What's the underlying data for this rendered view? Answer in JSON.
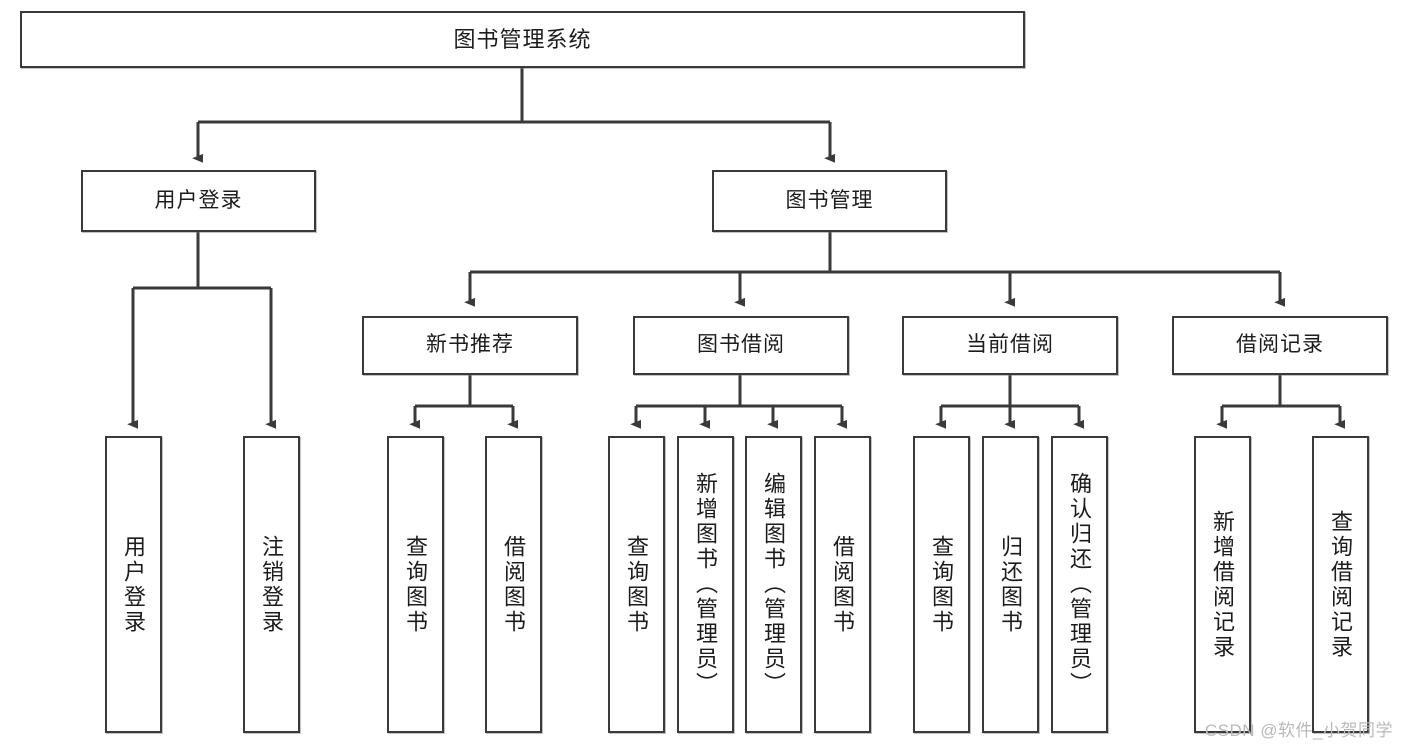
{
  "diagram": {
    "kind": "hierarchy-tree",
    "title": "图书管理系统",
    "watermark": "CSDN @软件_小贺同学",
    "colors": {
      "box_border": "#3a3a3a",
      "box_fill": "#ffffff",
      "connector": "#3a3a3a",
      "text": "#1c1c1c",
      "watermark": "#b9b9b9"
    },
    "root": {
      "label": "图书管理系统"
    },
    "level2": [
      {
        "label": "用户登录"
      },
      {
        "label": "图书管理"
      }
    ],
    "level3": [
      {
        "label": "新书推荐"
      },
      {
        "label": "图书借阅"
      },
      {
        "label": "当前借阅"
      },
      {
        "label": "借阅记录"
      }
    ],
    "leaves": {
      "user_login": [
        {
          "label": "用户登录"
        },
        {
          "label": "注销登录"
        }
      ],
      "new_book_recommend": [
        {
          "label": "查询图书"
        },
        {
          "label": "借阅图书"
        }
      ],
      "book_borrow": [
        {
          "label": "查询图书"
        },
        {
          "label": "新增图书（管理员）"
        },
        {
          "label": "编辑图书（管理员）"
        },
        {
          "label": "借阅图书"
        }
      ],
      "current_borrow": [
        {
          "label": "查询图书"
        },
        {
          "label": "归还图书"
        },
        {
          "label": "确认归还（管理员）"
        }
      ],
      "borrow_record": [
        {
          "label": "新增借阅记录"
        },
        {
          "label": "查询借阅记录"
        }
      ]
    }
  }
}
